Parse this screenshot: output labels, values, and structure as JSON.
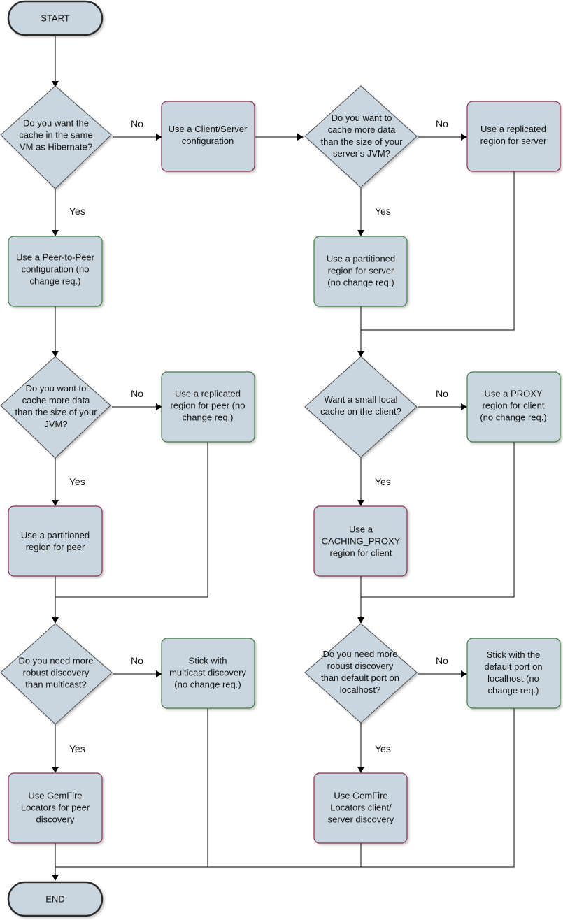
{
  "nodes": {
    "start": [
      "START"
    ],
    "end": [
      "END"
    ],
    "q_same_vm": [
      "Do you want the",
      "cache in the same",
      "VM as Hibernate?"
    ],
    "client_server": [
      "Use a Client/Server",
      "configuration"
    ],
    "q_server_jvm": [
      "Do you want to",
      "cache more data",
      "than the size of your",
      "server's JVM?"
    ],
    "replicated_server": [
      "Use a replicated",
      "region for server"
    ],
    "peer_to_peer": [
      "Use a Peer-to-Peer",
      "configuration (no",
      "change req.)"
    ],
    "partitioned_server": [
      "Use a partitioned",
      "region for server",
      "(no change req.)"
    ],
    "q_peer_jvm": [
      "Do you want to",
      "cache more data",
      "than the size of your",
      "JVM?"
    ],
    "replicated_peer": [
      "Use a replicated",
      "region for peer (no",
      "change req.)"
    ],
    "q_local_cache": [
      "Want a small local",
      "cache on the client?"
    ],
    "proxy_client": [
      "Use a PROXY",
      "region for client",
      "(no change req.)"
    ],
    "partitioned_peer": [
      "Use a partitioned",
      "region for peer"
    ],
    "caching_proxy": [
      "Use a",
      "CACHING_PROXY",
      "region for client"
    ],
    "q_multicast": [
      "Do you need more",
      "robust discovery",
      "than multicast?"
    ],
    "multicast": [
      "Stick with",
      "multicast discovery",
      "(no change req.)"
    ],
    "q_default_port": [
      "Do you need more",
      "robust discovery",
      "than default port on",
      "localhost?"
    ],
    "default_port": [
      "Stick with the",
      "default port on",
      "localhost  (no",
      "change req.)"
    ],
    "locators_peer": [
      "Use GemFire",
      "Locators for peer",
      "discovery"
    ],
    "locators_cs": [
      "Use GemFire",
      "Locators client/",
      "server discovery"
    ]
  },
  "edge_labels": {
    "no": "No",
    "yes": "Yes"
  },
  "colors": {
    "fill": "#c9d6df",
    "green_border": "#3f7a3f",
    "red_border": "#8a2f4e",
    "line": "#000000"
  }
}
